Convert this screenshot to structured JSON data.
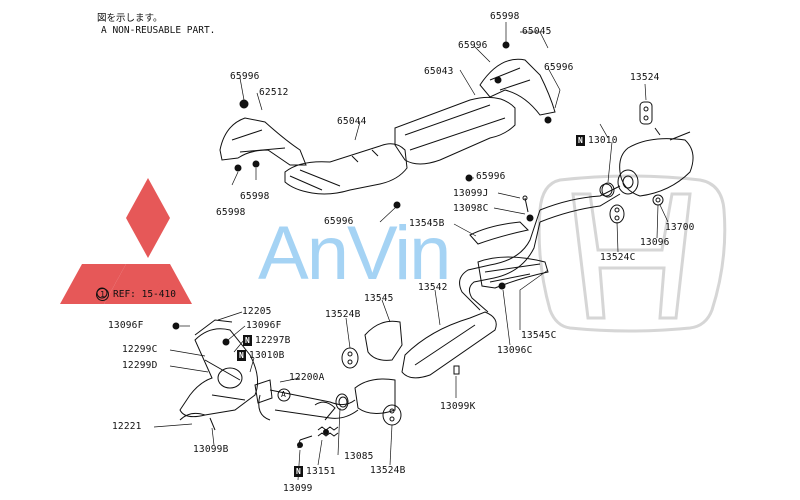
{
  "header": {
    "line1": "図を示します。",
    "line2": "A  NON-REUSABLE PART."
  },
  "watermark": {
    "brand_text": "AnVin",
    "mitsubishi_color": "#e23b3b",
    "anvin_color": "#3aa0e8",
    "honda_color": "#d8d8d8"
  },
  "ref": {
    "symbol": "1",
    "text": "REF: 15-410"
  },
  "non_reusable_marker": "N",
  "callout_a": "A",
  "labels": {
    "p65998_top": "65998",
    "p65045": "65045",
    "p65996_a": "65996",
    "p65996_b": "65996",
    "p65043": "65043",
    "p65996_left": "65996",
    "p62512": "62512",
    "p65044": "65044",
    "p65998_l1": "65998",
    "p65998_l2": "65998",
    "p65996_mid": "65996",
    "p65996_low": "65996",
    "p13524": "13524",
    "p13010": "13010",
    "p13700": "13700",
    "p13096": "13096",
    "p13524c": "13524C",
    "p13099j": "13099J",
    "p13098c": "13098C",
    "p13545b": "13545B",
    "p13542": "13542",
    "p13545": "13545",
    "p13524b_top": "13524B",
    "p13545c": "13545C",
    "p13096c": "13096C",
    "p12205": "12205",
    "p13096f_l": "13096F",
    "p13096f_r": "13096F",
    "p12297b": "12297B",
    "p12299c": "12299C",
    "p13010b": "13010B",
    "p12299d": "12299D",
    "p12200a": "12200A",
    "p13099k": "13099K",
    "p12221": "12221",
    "p13099b": "13099B",
    "p13085": "13085",
    "p13151": "13151",
    "p13524b_bot": "13524B",
    "p13099": "13099"
  }
}
